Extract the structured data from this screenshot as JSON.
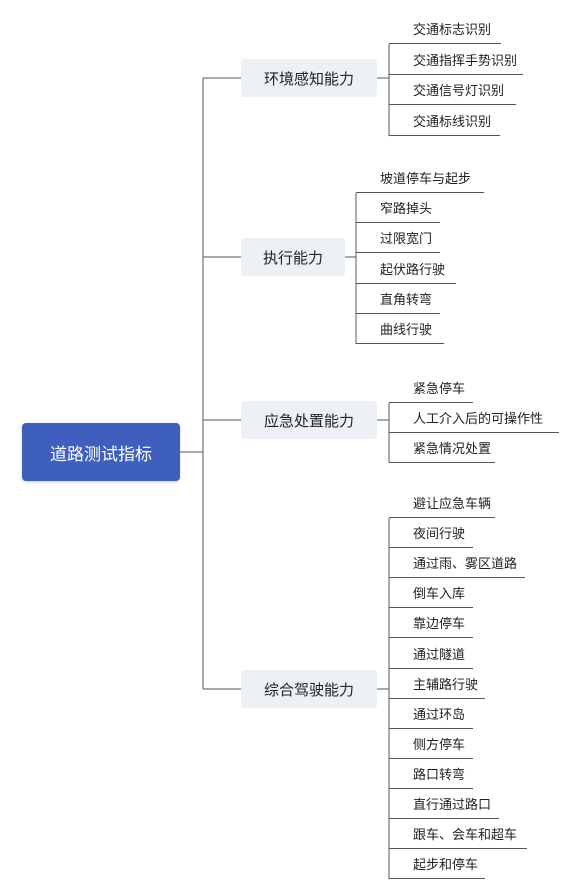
{
  "root": {
    "label": "道路测试指标"
  },
  "branches": [
    {
      "label": "环境感知能力",
      "items": [
        "交通标志识别",
        "交通指挥手势识别",
        "交通信号灯识别",
        "交通标线识别"
      ]
    },
    {
      "label": "执行能力",
      "items": [
        "坡道停车与起步",
        "窄路掉头",
        "过限宽门",
        "起伏路行驶",
        "直角转弯",
        "曲线行驶"
      ]
    },
    {
      "label": "应急处置能力",
      "items": [
        "紧急停车",
        "人工介入后的可操作性",
        "紧急情况处置"
      ]
    },
    {
      "label": "综合驾驶能力",
      "items": [
        "避让应急车辆",
        "夜间行驶",
        "通过雨、雾区道路",
        "倒车入库",
        "靠边停车",
        "通过隧道",
        "主辅路行驶",
        "通过环岛",
        "侧方停车",
        "路口转弯",
        "直行通过路口",
        "跟车、会车和超车",
        "起步和停车"
      ]
    }
  ],
  "colors": {
    "root_fill": "#3f5fbe",
    "branch_fill": "#edf0f4",
    "connector": "#555555"
  }
}
